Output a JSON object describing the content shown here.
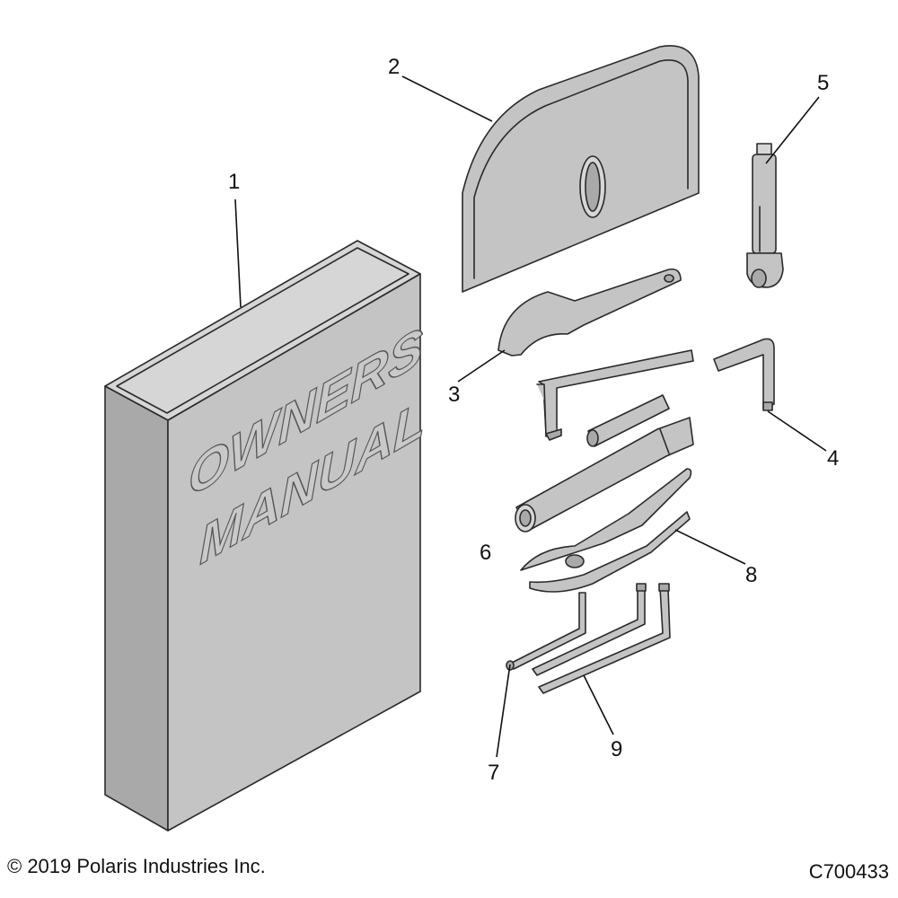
{
  "manual_cover": {
    "line1": "OWNERS",
    "line2": "MANUAL"
  },
  "callouts": [
    {
      "id": "1",
      "label": "1"
    },
    {
      "id": "2",
      "label": "2"
    },
    {
      "id": "3",
      "label": "3"
    },
    {
      "id": "4",
      "label": "4"
    },
    {
      "id": "5",
      "label": "5"
    },
    {
      "id": "6",
      "label": "6"
    },
    {
      "id": "7",
      "label": "7"
    },
    {
      "id": "8",
      "label": "8"
    },
    {
      "id": "9",
      "label": "9"
    }
  ],
  "footer": {
    "copyright": "© 2019 Polaris Industries Inc.",
    "drawing_number": "C700433"
  },
  "colors": {
    "part_fill": "#c4c4c4",
    "outline": "#2a2a2a",
    "background": "#ffffff"
  }
}
